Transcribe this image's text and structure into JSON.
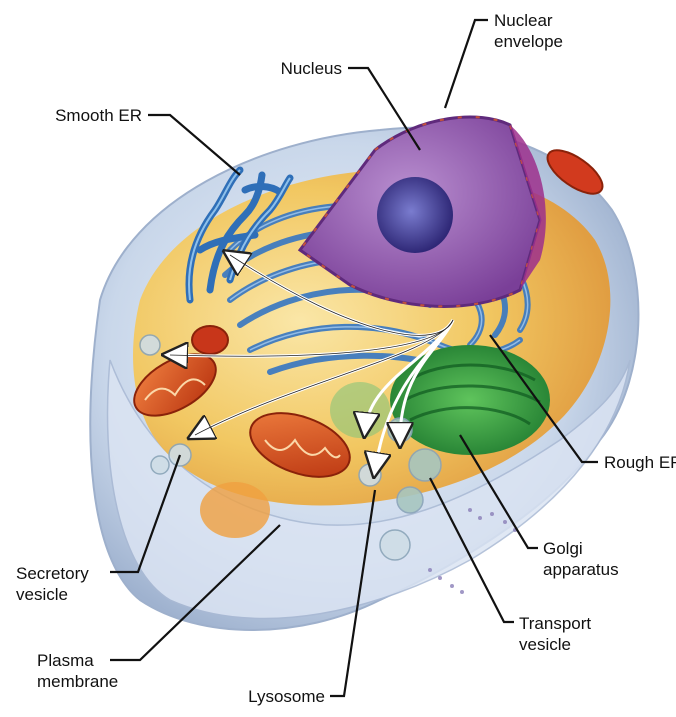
{
  "labels": {
    "nucleus": "Nucleus",
    "nuclear_envelope": [
      "Nuclear",
      "envelope"
    ],
    "smooth_er": "Smooth ER",
    "rough_er": "Rough ER",
    "golgi": [
      "Golgi",
      "apparatus"
    ],
    "transport_vesicle": [
      "Transport",
      "vesicle"
    ],
    "secretory_vesicle": [
      "Secretory",
      "vesicle"
    ],
    "plasma_membrane": [
      "Plasma",
      "membrane"
    ],
    "lysosome": "Lysosome"
  },
  "colors": {
    "cytoplasm": "#f2c75a",
    "cell_outer": "#c9d8ea",
    "nucleus": "#8e5aa8",
    "nucleolus": "#4a3c8c",
    "er": "#3f7bc0",
    "golgi": "#3d9a4a",
    "mitochondria": "#d9531e",
    "leader": "#111111",
    "arrow": "#ffffff"
  }
}
